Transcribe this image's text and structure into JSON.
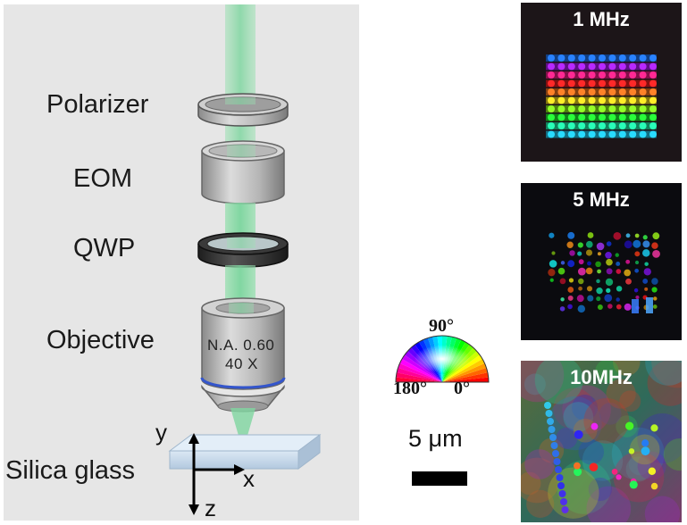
{
  "setup": {
    "labels": {
      "polarizer": "Polarizer",
      "eom": "EOM",
      "qwp": "QWP",
      "objective": "Objective",
      "sample": "Silica glass"
    },
    "objective_spec": {
      "na": "N.A. 0.60",
      "mag": "40 X"
    },
    "axes": {
      "x": "x",
      "y": "y",
      "z": "z"
    }
  },
  "color_wheel": {
    "top": "90°",
    "left": "180°",
    "right": "0°"
  },
  "scale_bar": {
    "label": "5 μm"
  },
  "maps": [
    {
      "label": "1 MHz"
    },
    {
      "label": "5 MHz"
    },
    {
      "label": "10MHz"
    }
  ],
  "colors": {
    "beam": "#7fd6a0",
    "panel_background": "#e6e6e6",
    "qwp_ring": "#2a2a2a",
    "objective_band": "#3355cc",
    "glass": "#c5d8ea"
  }
}
